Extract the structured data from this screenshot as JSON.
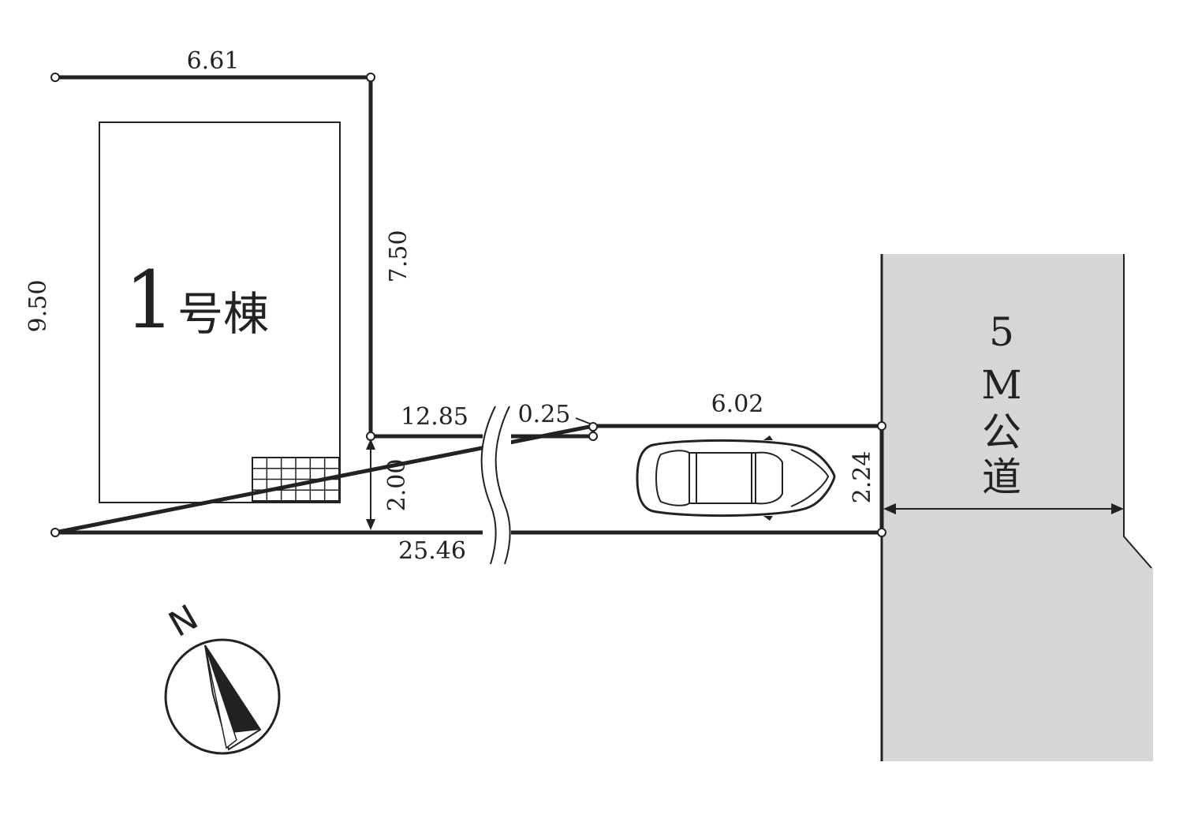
{
  "building": {
    "number": "1",
    "suffix": "号棟"
  },
  "dimensions": {
    "top_width": "6.61",
    "left_depth": "9.50",
    "right_depth": "7.50",
    "flag_width": "2.00",
    "access_length_a": "12.85",
    "offset": "0.25",
    "access_length_b": "6.02",
    "frontage": "2.24",
    "bottom_total": "25.46"
  },
  "road": {
    "width": "5",
    "unit": "M",
    "type_1": "公",
    "type_2": "道",
    "fill_color": "#d6d6d6"
  },
  "compass": {
    "letter": "N",
    "icon": "north-arrow-icon"
  },
  "colors": {
    "line": "#222222",
    "background": "#ffffff"
  }
}
